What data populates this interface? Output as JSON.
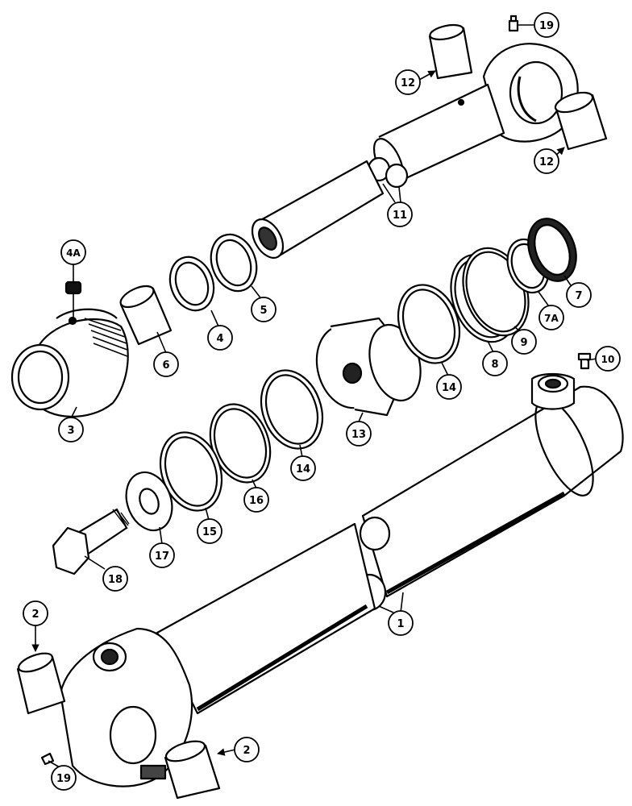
{
  "callouts": [
    {
      "id": "c1",
      "label": "1"
    },
    {
      "id": "c2a",
      "label": "2"
    },
    {
      "id": "c2b",
      "label": "2"
    },
    {
      "id": "c3",
      "label": "3"
    },
    {
      "id": "c4",
      "label": "4"
    },
    {
      "id": "c4a",
      "label": "4A"
    },
    {
      "id": "c5",
      "label": "5"
    },
    {
      "id": "c6",
      "label": "6"
    },
    {
      "id": "c7",
      "label": "7"
    },
    {
      "id": "c7a",
      "label": "7A"
    },
    {
      "id": "c8",
      "label": "8"
    },
    {
      "id": "c9",
      "label": "9"
    },
    {
      "id": "c10",
      "label": "10"
    },
    {
      "id": "c11",
      "label": "11"
    },
    {
      "id": "c12a",
      "label": "12"
    },
    {
      "id": "c12b",
      "label": "12"
    },
    {
      "id": "c13",
      "label": "13"
    },
    {
      "id": "c14a",
      "label": "14"
    },
    {
      "id": "c14b",
      "label": "14"
    },
    {
      "id": "c15",
      "label": "15"
    },
    {
      "id": "c16",
      "label": "16"
    },
    {
      "id": "c17",
      "label": "17"
    },
    {
      "id": "c18",
      "label": "18"
    },
    {
      "id": "c19a",
      "label": "19"
    },
    {
      "id": "c19b",
      "label": "19"
    }
  ]
}
